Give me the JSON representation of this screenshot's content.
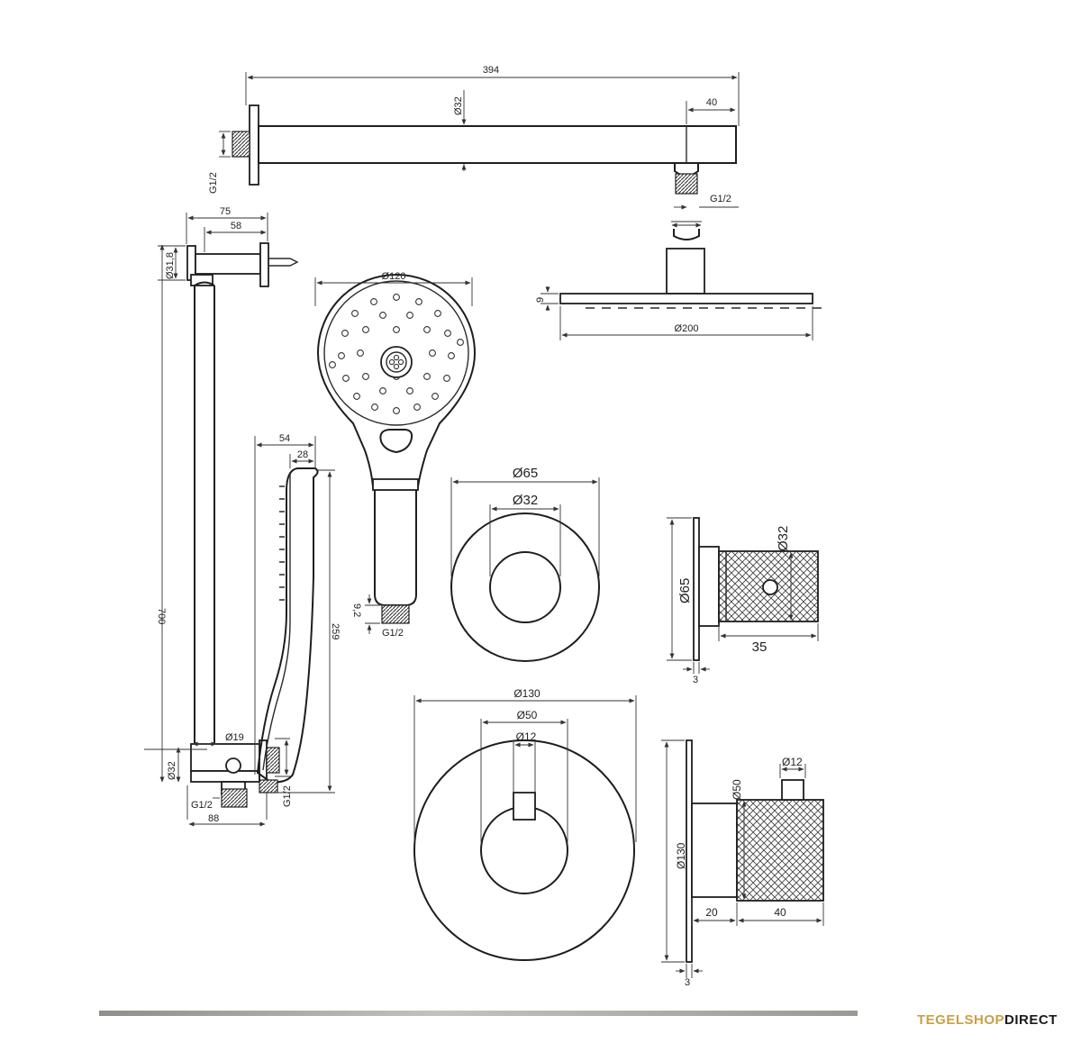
{
  "brand": {
    "part1": "TEGELSHOP",
    "part2": "DIRECT",
    "color_gold": "#c8a048",
    "color_dark": "#1a1a1a"
  },
  "shower_arm": {
    "length": "394",
    "diameter": "Ø32",
    "end_offset": "40",
    "thread_left": "G1/2",
    "thread_right": "G1/2"
  },
  "rain_head": {
    "thickness": "9",
    "diameter": "Ø200"
  },
  "slide_rail": {
    "bracket_depth": "75",
    "bracket_offset": "58",
    "top_diameter": "Ø31,8",
    "height": "700",
    "rail_diameter": "Ø19",
    "bottom_diameter": "Ø32",
    "outlet_thread_left": "G1/2",
    "outlet_thread_right": "G1/2",
    "bottom_width": "88"
  },
  "hand_shower": {
    "head_diameter": "Ø120",
    "thread": "G1/2",
    "thread_length": "9,2"
  },
  "hand_shower_side": {
    "depth_total": "54",
    "depth_top": "28",
    "length": "259"
  },
  "diverter_front": {
    "outer_diameter": "Ø65",
    "inner_diameter": "Ø32"
  },
  "diverter_side": {
    "rosette_diameter": "Ø65",
    "knob_diameter": "Ø32",
    "knob_length": "35",
    "rosette_thickness": "3"
  },
  "thermostat_front": {
    "outer_diameter": "Ø130",
    "knob_diameter": "Ø50",
    "stem_diameter": "Ø12"
  },
  "thermostat_side": {
    "stem_diameter": "Ø12",
    "knob_diameter": "Ø50",
    "rosette_diameter": "Ø130",
    "body_depth": "20",
    "knob_depth": "40",
    "rosette_thickness": "3"
  }
}
